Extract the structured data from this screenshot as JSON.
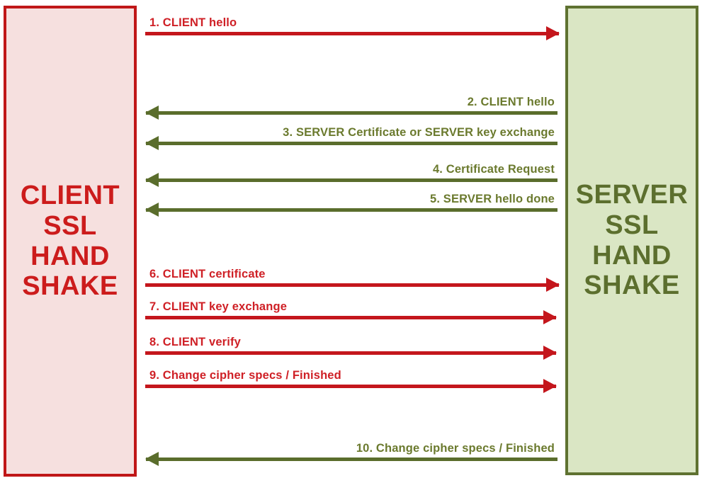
{
  "client": {
    "lines": [
      "CLIENT",
      "SSL",
      "HAND",
      "SHAKE"
    ],
    "fill_color": "#f6e0df",
    "border_color": "#c01718",
    "text_color": "#cc1c1c"
  },
  "server": {
    "lines": [
      "SERVER",
      "SSL",
      "HAND",
      "SHAKE"
    ],
    "fill_color": "#dae6c4",
    "border_color": "#5f7231",
    "text_color": "#5c6f2e"
  },
  "colors": {
    "client_to_server_arrow": "#c4161c",
    "server_to_client_arrow": "#5a6d2c",
    "client_label_text": "#cf2026",
    "server_label_text": "#6b7a2e",
    "background": "#ffffff"
  },
  "messages": [
    {
      "step": "1",
      "label": "1. CLIENT  hello",
      "direction": "client-to-server"
    },
    {
      "step": "2",
      "label": "2. CLIENT  hello",
      "direction": "server-to-client"
    },
    {
      "step": "3",
      "label": "3. SERVER  Certificate or SERVER key exchange",
      "direction": "server-to-client"
    },
    {
      "step": "4",
      "label": "4. Certificate  Request",
      "direction": "server-to-client"
    },
    {
      "step": "5",
      "label": "5. SERVER  hello done",
      "direction": "server-to-client"
    },
    {
      "step": "6",
      "label": "6. CLIENT  certificate",
      "direction": "client-to-server"
    },
    {
      "step": "7",
      "label": "7. CLIENT  key exchange",
      "direction": "client-to-server"
    },
    {
      "step": "8",
      "label": "8. CLIENT  verify",
      "direction": "client-to-server"
    },
    {
      "step": "9",
      "label": "9. Change  cipher specs / Finished",
      "direction": "client-to-server"
    },
    {
      "step": "10",
      "label": "10. Change  cipher specs / Finished",
      "direction": "server-to-client"
    }
  ]
}
